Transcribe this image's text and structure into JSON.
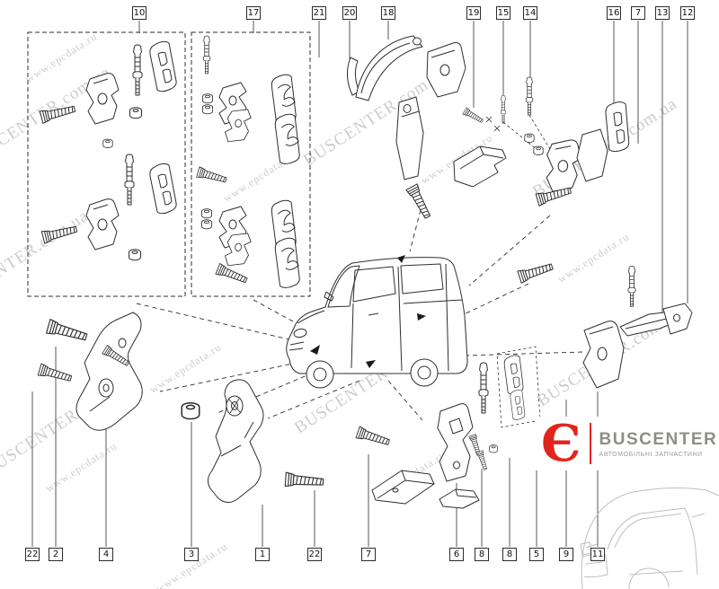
{
  "diagram": {
    "callouts_top": [
      {
        "label": "10"
      },
      {
        "label": "17"
      },
      {
        "label": "21"
      },
      {
        "label": "20"
      },
      {
        "label": "18"
      },
      {
        "label": "19"
      },
      {
        "label": "15"
      },
      {
        "label": "14"
      },
      {
        "label": "16"
      },
      {
        "label": "7"
      },
      {
        "label": "13"
      },
      {
        "label": "12"
      }
    ],
    "callouts_bottom": [
      {
        "label": "22"
      },
      {
        "label": "2"
      },
      {
        "label": "4"
      },
      {
        "label": "3"
      },
      {
        "label": "1"
      },
      {
        "label": "22"
      },
      {
        "label": "7"
      },
      {
        "label": "6"
      },
      {
        "label": "8"
      },
      {
        "label": "8"
      },
      {
        "label": "5"
      },
      {
        "label": "9"
      },
      {
        "label": "11"
      }
    ]
  },
  "watermarks": {
    "site": "BUSCENTER.com.ua",
    "epc": "www.epcdata.ru"
  },
  "logo": {
    "emblem": "Є",
    "title": "BUSCENTER",
    "subtitle": "АВТОМОБІЛЬНІ ЗАПЧАСТИНИ",
    "accent_color": "#e1251c",
    "text_color": "#8e8e88"
  },
  "colors": {
    "line": "#2e2e2e",
    "watermark": "rgba(120,120,120,0.38)",
    "background": "#ffffff"
  }
}
